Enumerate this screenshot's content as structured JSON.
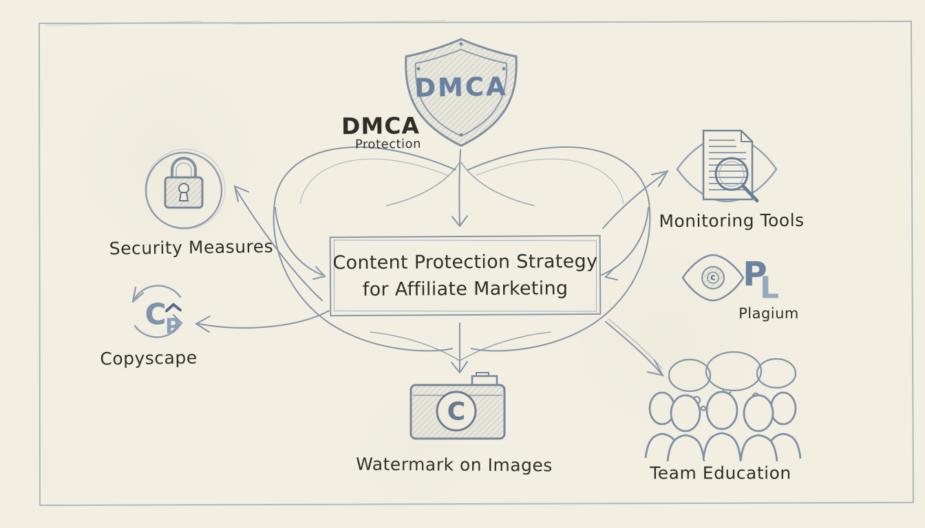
{
  "page": {
    "background": "#f2efe2",
    "ink": "#8494a8",
    "ink_dark": "#73859b",
    "text_color": "#2f2e2a",
    "accent": "#67819f"
  },
  "nodes": {
    "dmca": {
      "shield_text": "DMCA",
      "title": "DMCA",
      "subtitle": "Protection"
    },
    "center": {
      "line1": "Content Protection Strategy",
      "line2": "for Affiliate Marketing"
    },
    "security": {
      "label": "Security Measures"
    },
    "copyscape": {
      "label": "Copyscape",
      "monogram_c": "C",
      "monogram_p": "P"
    },
    "monitoring": {
      "label": "Monitoring Tools"
    },
    "plagium": {
      "label": "Plagium",
      "monogram_p": "P",
      "monogram_l": "L",
      "eye_mark": "c"
    },
    "team": {
      "label": "Team Education"
    },
    "watermark": {
      "label": "Watermark on Images",
      "copyright_mark": "C"
    }
  }
}
